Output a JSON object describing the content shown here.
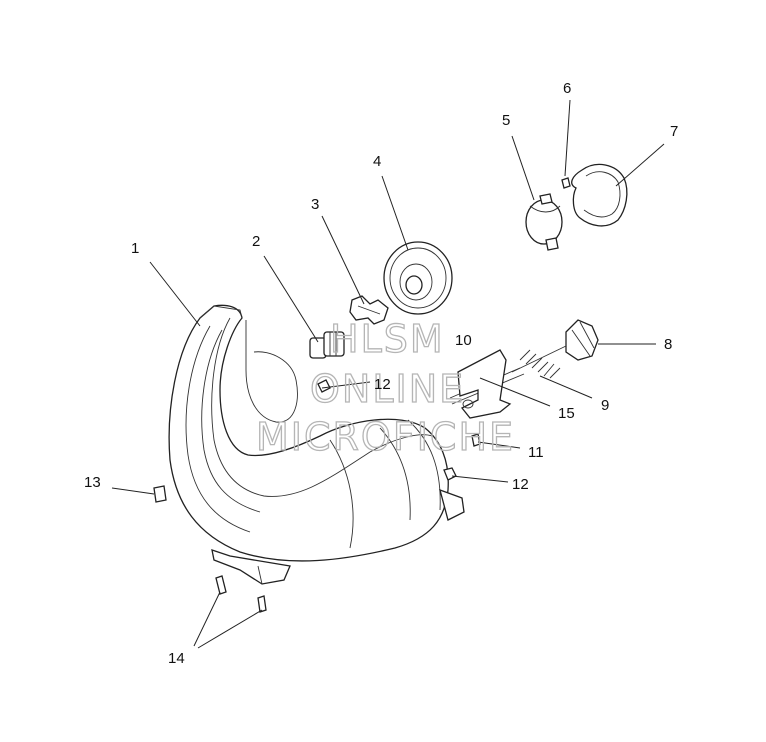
{
  "watermark": {
    "line1": "HLSM",
    "line2": "ONLINE",
    "line3": "MICROFICHE"
  },
  "callouts": [
    {
      "id": "c1",
      "label": "1"
    },
    {
      "id": "c2",
      "label": "2"
    },
    {
      "id": "c3",
      "label": "3"
    },
    {
      "id": "c4",
      "label": "4"
    },
    {
      "id": "c5",
      "label": "5"
    },
    {
      "id": "c6",
      "label": "6"
    },
    {
      "id": "c7",
      "label": "7"
    },
    {
      "id": "c8",
      "label": "8"
    },
    {
      "id": "c9",
      "label": "9"
    },
    {
      "id": "c10",
      "label": "10"
    },
    {
      "id": "c11",
      "label": "11"
    },
    {
      "id": "c12a",
      "label": "12"
    },
    {
      "id": "c12b",
      "label": "12"
    },
    {
      "id": "c13",
      "label": "13"
    },
    {
      "id": "c14",
      "label": "14"
    },
    {
      "id": "c15",
      "label": "15"
    }
  ]
}
